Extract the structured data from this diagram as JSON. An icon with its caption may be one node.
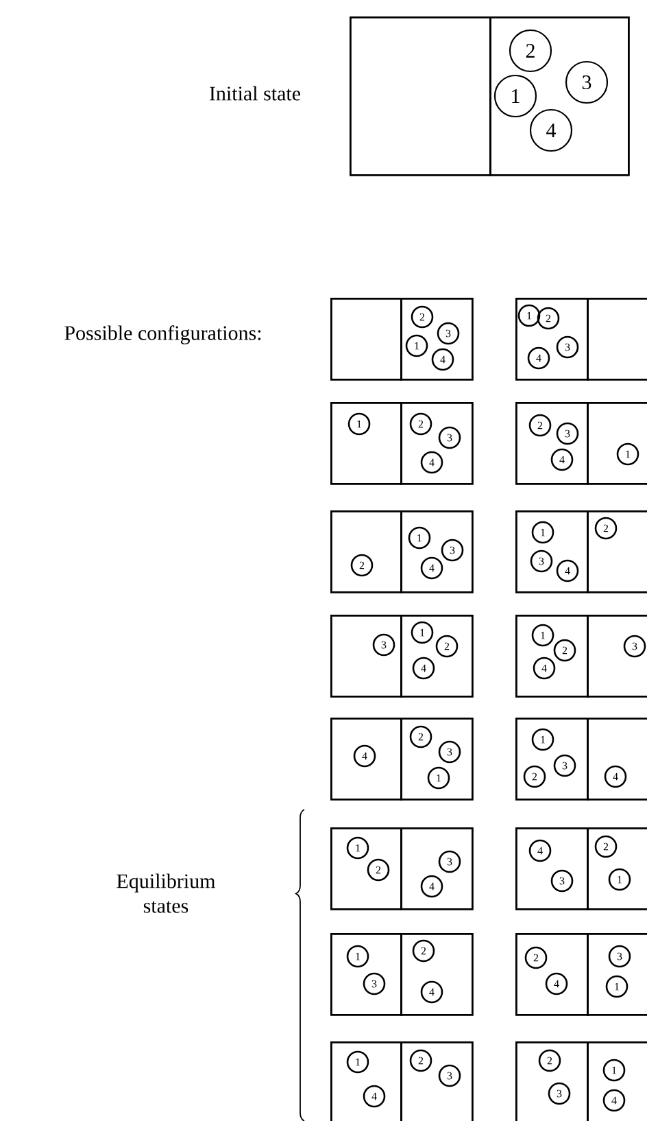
{
  "diagram": {
    "nodes": [
      {
        "text": [],
        "shape": "box"
      },
      {
        "text": [],
        "shape": "box"
      },
      {
        "text": [
          "2"
        ],
        "in": 1
      },
      {
        "text": [
          "3"
        ],
        "in": 1
      },
      {
        "text": [
          "1"
        ],
        "in": 1
      },
      {
        "text": [
          "4"
        ],
        "in": 1
      },
      {
        "text": [],
        "shape": "box"
      },
      {
        "text": [],
        "shape": "box"
      },
      {
        "text": [
          "2"
        ],
        "in": 7
      },
      {
        "text": [
          "3"
        ],
        "in": 7
      },
      {
        "text": [
          "1"
        ],
        "in": 7
      },
      {
        "text": [
          "4"
        ],
        "in": 7
      },
      {
        "text": [],
        "shape": "box"
      },
      {
        "text": [
          "1"
        ],
        "in": 12
      },
      {
        "text": [
          "2"
        ],
        "in": 12
      },
      {
        "text": [
          "3"
        ],
        "in": 12
      },
      {
        "text": [
          "4"
        ],
        "in": 12
      },
      {
        "text": [],
        "shape": "box"
      },
      {
        "text": [],
        "shape": "box"
      },
      {
        "text": [
          "1"
        ],
        "in": 18
      },
      {
        "text": [],
        "shape": "box"
      },
      {
        "text": [
          "2"
        ],
        "in": 20
      },
      {
        "text": [
          "3"
        ],
        "in": 20
      },
      {
        "text": [
          "4"
        ],
        "in": 20
      },
      {
        "text": [],
        "shape": "box"
      },
      {
        "text": [
          "2"
        ],
        "in": 24
      },
      {
        "text": [
          "3"
        ],
        "in": 24
      },
      {
        "text": [
          "4"
        ],
        "in": 24
      },
      {
        "text": [],
        "shape": "box"
      },
      {
        "text": [
          "1"
        ],
        "in": 28
      },
      {
        "text": [],
        "shape": "box"
      },
      {
        "text": [
          "2"
        ],
        "in": 30
      },
      {
        "text": [],
        "shape": "box"
      },
      {
        "text": [
          "1"
        ],
        "in": 32
      },
      {
        "text": [
          "3"
        ],
        "in": 32
      },
      {
        "text": [
          "4"
        ],
        "in": 32
      },
      {
        "text": [],
        "shape": "box"
      },
      {
        "text": [
          "1"
        ],
        "in": 36
      },
      {
        "text": [
          "3"
        ],
        "in": 36
      },
      {
        "text": [
          "4"
        ],
        "in": 36
      },
      {
        "text": [],
        "shape": "box"
      },
      {
        "text": [
          "2"
        ],
        "in": 40
      },
      {
        "text": [],
        "shape": "box"
      },
      {
        "text": [
          "3"
        ],
        "in": 42
      },
      {
        "text": [],
        "shape": "box"
      },
      {
        "text": [
          "1"
        ],
        "in": 44
      },
      {
        "text": [
          "2"
        ],
        "in": 44
      },
      {
        "text": [
          "4"
        ],
        "in": 44
      },
      {
        "text": [],
        "shape": "box"
      },
      {
        "text": [
          "1"
        ],
        "in": 48
      },
      {
        "text": [
          "2"
        ],
        "in": 48
      },
      {
        "text": [
          "4"
        ],
        "in": 48
      },
      {
        "text": [],
        "shape": "box"
      },
      {
        "text": [
          "3"
        ],
        "in": 52
      },
      {
        "text": [],
        "shape": "box"
      },
      {
        "text": [
          "4"
        ],
        "in": 54
      },
      {
        "text": [],
        "shape": "box"
      },
      {
        "text": [
          "2"
        ],
        "in": 56
      },
      {
        "text": [
          "3"
        ],
        "in": 56
      },
      {
        "text": [
          "1"
        ],
        "in": 56
      },
      {
        "text": [],
        "shape": "box"
      },
      {
        "text": [
          "1"
        ],
        "in": 60
      },
      {
        "text": [
          "3"
        ],
        "in": 60
      },
      {
        "text": [
          "2"
        ],
        "in": 60
      },
      {
        "text": [],
        "shape": "box"
      },
      {
        "text": [
          "4"
        ],
        "in": 64
      },
      {
        "text": [],
        "shape": "box"
      },
      {
        "text": [
          "1"
        ],
        "in": 66
      },
      {
        "text": [
          "2"
        ],
        "in": 66
      },
      {
        "text": [],
        "shape": "box"
      },
      {
        "text": [
          "3"
        ],
        "in": 69
      },
      {
        "text": [
          "4"
        ],
        "in": 69
      },
      {
        "text": [],
        "shape": "box"
      },
      {
        "text": [
          "4"
        ],
        "in": 72
      },
      {
        "text": [
          "3"
        ],
        "in": 72
      },
      {
        "text": [],
        "shape": "box"
      },
      {
        "text": [
          "2"
        ],
        "in": 75
      },
      {
        "text": [
          "1"
        ],
        "in": 75
      },
      {
        "text": [],
        "shape": "box"
      },
      {
        "text": [
          "1"
        ],
        "in": 78
      },
      {
        "text": [
          "3"
        ],
        "in": 78
      },
      {
        "text": [],
        "shape": "box"
      },
      {
        "text": [
          "2"
        ],
        "in": 81
      },
      {
        "text": [
          "4"
        ],
        "in": 81
      },
      {
        "text": [],
        "shape": "box"
      },
      {
        "text": [
          "2"
        ],
        "in": 84
      },
      {
        "text": [
          "4"
        ],
        "in": 84
      },
      {
        "text": [],
        "shape": "box"
      },
      {
        "text": [
          "3"
        ],
        "in": 87
      },
      {
        "text": [
          "1"
        ],
        "in": 87
      },
      {
        "text": [],
        "shape": "box"
      },
      {
        "text": [
          "1"
        ],
        "in": 90
      },
      {
        "text": [
          "4"
        ],
        "in": 90
      },
      {
        "text": [],
        "shape": "box"
      },
      {
        "text": [
          "2"
        ],
        "in": 93
      },
      {
        "text": [
          "3"
        ],
        "in": 93
      },
      {
        "text": [],
        "shape": "box"
      },
      {
        "text": [
          "2"
        ],
        "in": 96
      },
      {
        "text": [
          "3"
        ],
        "in": 96
      },
      {
        "text": [],
        "shape": "box"
      },
      {
        "text": [
          "1"
        ],
        "in": 99
      },
      {
        "text": [
          "4"
        ],
        "in": 99
      }
    ],
    "labels": [
      "Initial state",
      "Possible configurations:",
      "Equilibrium states"
    ]
  }
}
